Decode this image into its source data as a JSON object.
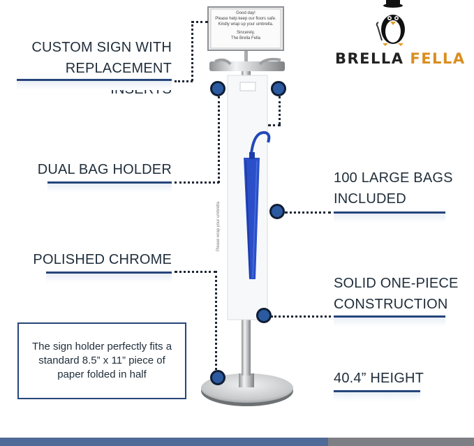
{
  "labels": {
    "custom_sign": [
      "CUSTOM SIGN WITH",
      "REPLACEMENT INSERTS"
    ],
    "dual_bag": "DUAL BAG HOLDER",
    "polished": "POLISHED CHROME",
    "large_bags": [
      "100 LARGE BAGS",
      "INCLUDED"
    ],
    "solid": [
      "SOLID ONE-PIECE",
      "CONSTRUCTION"
    ],
    "height": "40.4” HEIGHT"
  },
  "info_box": "The sign holder perfectly fits a standard 8.5” x 11” piece of paper folded in half",
  "brand": {
    "part1": "BRELLA",
    "part2": "FELLA"
  },
  "sign_text": [
    "Good day!",
    "Please help keep our floors safe.",
    "Kindly wrap up your umbrella.",
    "Sincerely,",
    "The Brella Fella"
  ],
  "bag_print": "Please wrap your umbrella",
  "colors": {
    "accent": "#2c5aa0",
    "navy": "#26457a",
    "brand_orange": "#d98e1f"
  },
  "icons": {
    "mascot": "penguin-icon"
  }
}
